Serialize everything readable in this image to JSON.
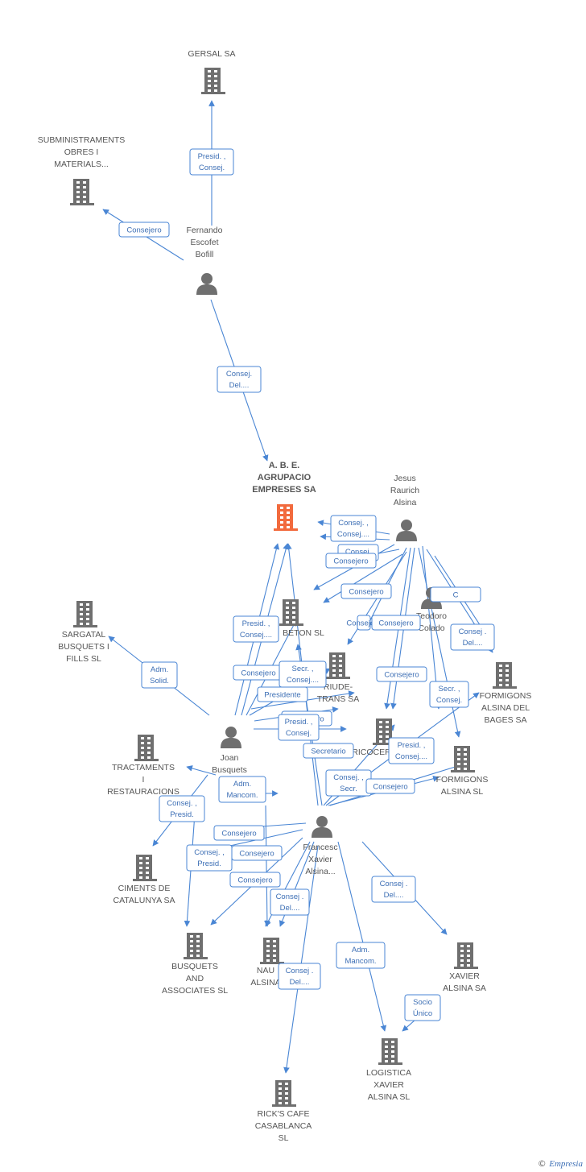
{
  "graph": {
    "colors": {
      "edge": "#4a86d4",
      "node": "#6f6f6f",
      "main_node": "#f26a3d",
      "label": "#555555"
    },
    "nodes": [
      {
        "id": "gersal",
        "type": "company",
        "label": [
          "GERSAL SA"
        ]
      },
      {
        "id": "subministraments",
        "type": "company",
        "label": [
          "SUBMINISTRAMENTS",
          "OBRES I",
          "MATERIALS..."
        ]
      },
      {
        "id": "fernando",
        "type": "person",
        "label": [
          "Fernando",
          "Escofet",
          "Bofill"
        ]
      },
      {
        "id": "abe",
        "type": "company",
        "main": true,
        "label": [
          "A.  B. E.",
          "AGRUPACIO",
          "EMPRESES SA"
        ]
      },
      {
        "id": "jesus",
        "type": "person",
        "label": [
          "Jesus",
          "Raurich",
          "Alsina"
        ]
      },
      {
        "id": "sargatal",
        "type": "company",
        "label": [
          "SARGATAL",
          "BUSQUETS I",
          "FILLS SL"
        ]
      },
      {
        "id": "beton",
        "type": "company",
        "label": [
          "BETON SL"
        ]
      },
      {
        "id": "riude",
        "type": "company",
        "label": [
          "RIUDE-",
          "TRANS SA"
        ]
      },
      {
        "id": "teodoro",
        "type": "person",
        "label": [
          "Teodoro",
          "Colado"
        ]
      },
      {
        "id": "formalsbages",
        "type": "company",
        "label": [
          "FORMIGONS",
          "ALSINA DEL",
          "BAGES SA"
        ]
      },
      {
        "id": "joan",
        "type": "person",
        "label": [
          "Joan",
          "Busquets"
        ]
      },
      {
        "id": "bricocer",
        "type": "company",
        "label": [
          "BRICOCER"
        ]
      },
      {
        "id": "formalsina",
        "type": "company",
        "label": [
          "FORMIGONS",
          "ALSINA SL"
        ]
      },
      {
        "id": "tractaments",
        "type": "company",
        "label": [
          "TRACTAMENTS",
          "I",
          "RESTAURACIONS"
        ]
      },
      {
        "id": "francesc",
        "type": "person",
        "label": [
          "Francesc",
          "Xavier",
          "Alsina..."
        ]
      },
      {
        "id": "ciments",
        "type": "company",
        "label": [
          "CIMENTS DE",
          "CATALUNYA SA"
        ]
      },
      {
        "id": "busquetsassoc",
        "type": "company",
        "label": [
          "BUSQUETS",
          "AND",
          "ASSOCIATES SL"
        ]
      },
      {
        "id": "nau",
        "type": "company",
        "label": [
          "NAU",
          "ALSINA"
        ]
      },
      {
        "id": "xavieralsina",
        "type": "company",
        "label": [
          "XAVIER",
          "ALSINA SA"
        ]
      },
      {
        "id": "logistica",
        "type": "company",
        "label": [
          "LOGISTICA",
          "XAVIER",
          "ALSINA  SL"
        ]
      },
      {
        "id": "ricks",
        "type": "company",
        "label": [
          "RICK'S CAFE",
          "CASABLANCA",
          "SL"
        ]
      }
    ],
    "relations": [
      {
        "lines": [
          "Presid. ,",
          "Consej."
        ]
      },
      {
        "lines": [
          "Consejero"
        ]
      },
      {
        "lines": [
          "Consej.",
          "Del...."
        ]
      },
      {
        "lines": [
          "Consej. ,",
          "Consej...."
        ]
      },
      {
        "lines": [
          "Consej.",
          "..."
        ]
      },
      {
        "lines": [
          "Consejero"
        ]
      },
      {
        "lines": [
          "Consejero"
        ]
      },
      {
        "lines": [
          "Consejero"
        ]
      },
      {
        "lines": [
          "Consejero"
        ]
      },
      {
        "lines": [
          "C"
        ]
      },
      {
        "lines": [
          "Consejero"
        ]
      },
      {
        "lines": [
          "Consej .",
          "Del...."
        ]
      },
      {
        "lines": [
          "Adm.",
          "Solid."
        ]
      },
      {
        "lines": [
          "Presid. ,",
          "Consej...."
        ]
      },
      {
        "lines": [
          "Consejero"
        ]
      },
      {
        "lines": [
          "Secr. ,",
          "Consej...."
        ]
      },
      {
        "lines": [
          "Presidente"
        ]
      },
      {
        "lines": [
          "Consejero"
        ]
      },
      {
        "lines": [
          "Secr. ,",
          "Consej."
        ]
      },
      {
        "lines": [
          "Presid. ,",
          "Consej."
        ]
      },
      {
        "lines": [
          "Secretario"
        ]
      },
      {
        "lines": [
          "Presid. ,",
          "Consej...."
        ]
      },
      {
        "lines": [
          "Adm.",
          "Mancom."
        ]
      },
      {
        "lines": [
          "Consej. ,",
          "Secr."
        ]
      },
      {
        "lines": [
          "Consejero"
        ]
      },
      {
        "lines": [
          "Consej. ,",
          "Presid."
        ]
      },
      {
        "lines": [
          "Consejero"
        ]
      },
      {
        "lines": [
          "Consej. ,",
          "Presid."
        ]
      },
      {
        "lines": [
          "Consejero"
        ]
      },
      {
        "lines": [
          "Consejero"
        ]
      },
      {
        "lines": [
          "Consej .",
          "Del...."
        ]
      },
      {
        "lines": [
          "Consej .",
          "Del...."
        ]
      },
      {
        "lines": [
          "Adm.",
          "Mancom."
        ]
      },
      {
        "lines": [
          "Consej .",
          "Del...."
        ]
      },
      {
        "lines": [
          "Socio",
          "Único"
        ]
      }
    ]
  },
  "footer": {
    "copyright": "©",
    "brand": "Empresia"
  }
}
